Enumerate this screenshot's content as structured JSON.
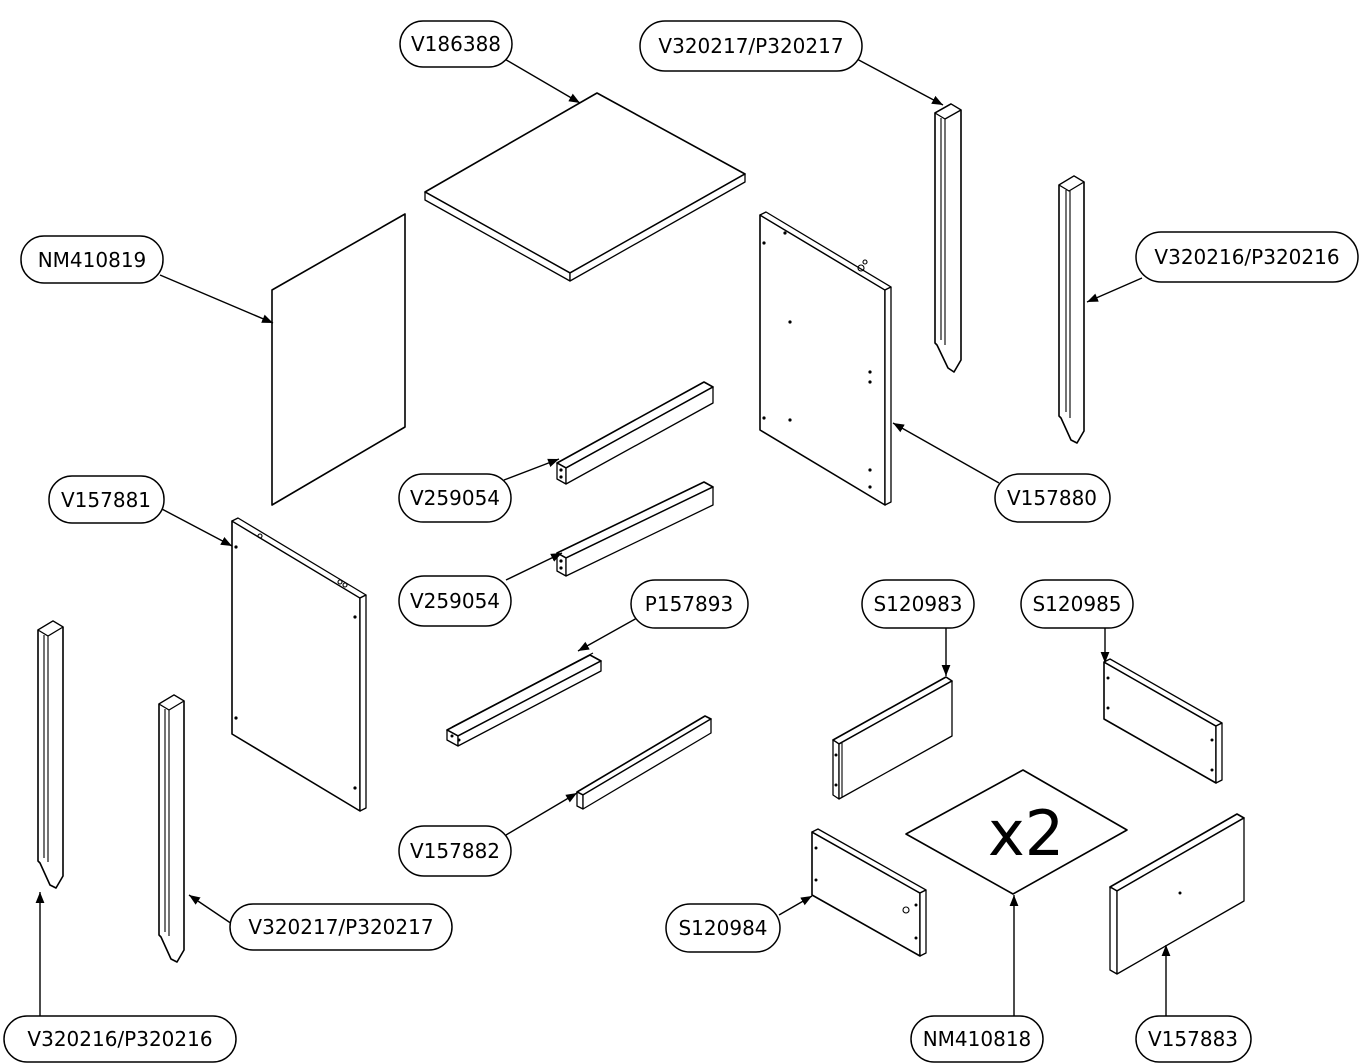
{
  "labels": {
    "top_panel": "V186388",
    "upright_top_right": "V320217/P320217",
    "upright_right": "V320216/P320216",
    "back_panel": "NM410819",
    "rail_upper": "V259054",
    "rail_lower": "V259054",
    "right_side_panel": "V157880",
    "left_side_panel": "V157881",
    "bottom_rail": "P157893",
    "front_rail": "V157882",
    "drawer_side_a": "S120983",
    "drawer_side_b": "S120985",
    "drawer_back": "S120984",
    "drawer_bottom": "NM410818",
    "drawer_front": "V157883",
    "upright_bottom_left": "V320216/P320216",
    "upright_bottom_mid": "V320217/P320217"
  },
  "quantity_marker": "x2"
}
